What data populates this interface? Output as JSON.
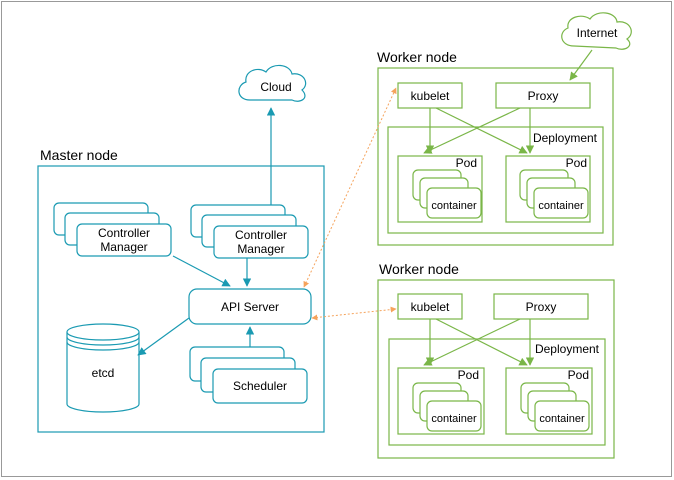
{
  "master": {
    "title": "Master node",
    "controller_left": [
      "Controller",
      "Manager"
    ],
    "controller_right": [
      "Controller",
      "Manager"
    ],
    "api_server": "API Server",
    "etcd": "etcd",
    "scheduler": "Scheduler"
  },
  "cloud": "Cloud",
  "internet": "Internet",
  "worker_top": {
    "title": "Worker node",
    "kubelet": "kubelet",
    "proxy": "Proxy",
    "deployment": "Deployment",
    "pod_left": "Pod",
    "pod_right": "Pod",
    "container_left": "container",
    "container_right": "container"
  },
  "worker_bottom": {
    "title": "Worker node",
    "kubelet": "kubelet",
    "proxy": "Proxy",
    "deployment": "Deployment",
    "pod_left": "Pod",
    "pod_right": "Pod",
    "container_left": "container",
    "container_right": "container"
  },
  "colors": {
    "master": "#1a9ab2",
    "worker": "#7ab648",
    "link": "#f5a35c",
    "frame": "#999999"
  }
}
